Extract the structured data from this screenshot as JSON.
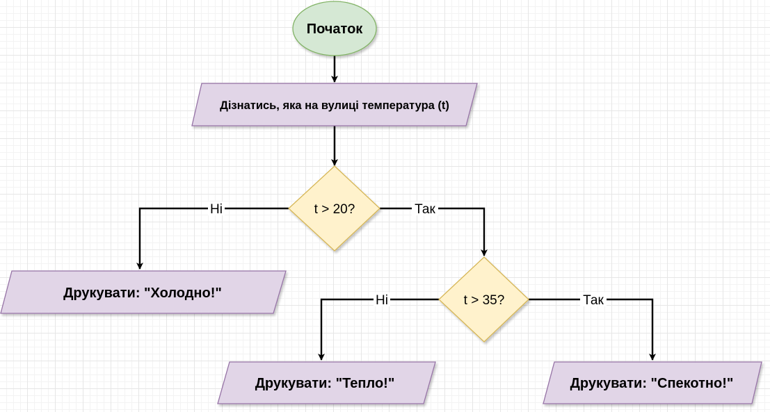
{
  "diagram": {
    "start": {
      "label": "Початок"
    },
    "input": {
      "label": "Дізнатись, яка на вулиці температура (t)"
    },
    "decision1": {
      "label": "t > 20?"
    },
    "decision2": {
      "label": "t > 35?"
    },
    "output_cold": {
      "label": "Друкувати: \"Холодно!\""
    },
    "output_warm": {
      "label": "Друкувати: \"Тепло!\""
    },
    "output_hot": {
      "label": "Друкувати: \"Спекотно!\""
    },
    "edge_labels": {
      "d1_no": "Ні",
      "d1_yes": "Так",
      "d2_no": "Ні",
      "d2_yes": "Так"
    },
    "colors": {
      "start_fill": "#d5e8d4",
      "start_stroke": "#82b366",
      "io_fill": "#e1d5e7",
      "io_stroke": "#9673a6",
      "decision_fill": "#fff2cc",
      "decision_stroke": "#d6b656",
      "edge": "#000000"
    }
  }
}
